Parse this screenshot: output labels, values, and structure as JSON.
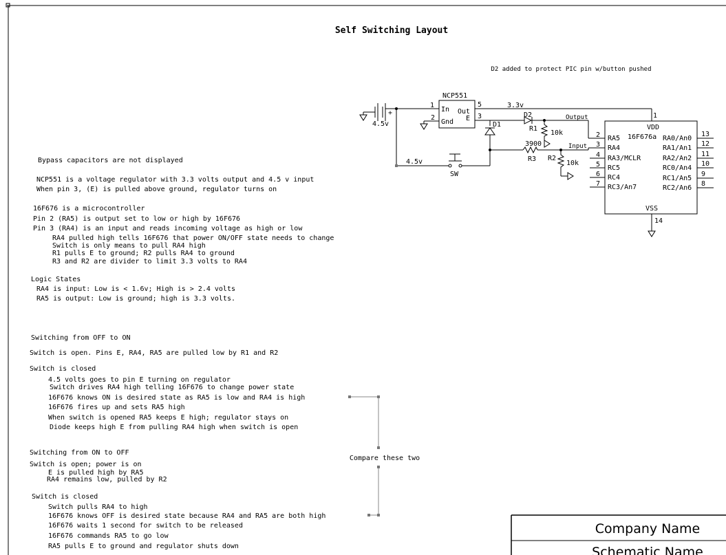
{
  "title": "Self Switching Layout",
  "note_d2": "D2 added to protect PIC pin w/button pushed",
  "regulator": {
    "name": "NCP551",
    "pin_in": "In",
    "pin_gnd": "Gnd",
    "pin_out": "Out",
    "pin_e": "E",
    "pin1": "1",
    "pin2": "2",
    "pin3": "3",
    "pin5": "5"
  },
  "battery": {
    "plus": "+",
    "voltage": "4.5v"
  },
  "net_33": "3.3v",
  "net_45": "4.5v",
  "d1": "D1",
  "d2": "D2",
  "r1": {
    "ref": "R1",
    "value": "10k"
  },
  "r2": {
    "ref": "R2",
    "value": "10k"
  },
  "r3": {
    "ref": "R3",
    "value": "3900"
  },
  "label_output": "Output",
  "label_input": "Input",
  "switch_ref": "SW",
  "mcu": {
    "vdd": "VDD",
    "vss": "VSS",
    "name": "16F676a",
    "left_pins": [
      {
        "num": "2",
        "name": "RA5"
      },
      {
        "num": "3",
        "name": "RA4"
      },
      {
        "num": "4",
        "name": "RA3/MCLR"
      },
      {
        "num": "5",
        "name": "RC5"
      },
      {
        "num": "6",
        "name": "RC4"
      },
      {
        "num": "7",
        "name": "RC3/An7"
      }
    ],
    "right_pins": [
      {
        "num": "13",
        "name": "RA0/An0"
      },
      {
        "num": "12",
        "name": "RA1/An1"
      },
      {
        "num": "11",
        "name": "RA2/An2"
      },
      {
        "num": "10",
        "name": "RC0/An4"
      },
      {
        "num": "9",
        "name": "RC1/An5"
      },
      {
        "num": "8",
        "name": "RC2/An6"
      }
    ],
    "pin1": "1",
    "pin14": "14"
  },
  "notes": [
    "Bypass capacitors are not displayed",
    "NCP551 is a voltage regulator with 3.3 volts output and 4.5 v input",
    "When pin 3, (E) is pulled above ground, regulator turns on",
    "16F676 is a microcontroller",
    "Pin 2 (RA5) is output set to low or high by 16F676",
    "Pin 3 (RA4) is an input and reads incoming voltage as high or low",
    "RA4 pulled high tells 16F676 that power ON/OFF state needs to change",
    "Switch is only means to pull RA4 high",
    "R1 pulls E to ground; R2 pulls RA4 to ground",
    "R3 and R2 are divider to limit 3.3 volts to RA4",
    "Logic States",
    "RA4 is input: Low is < 1.6v; High is > 2.4 volts",
    "RA5 is output:  Low is ground; high is 3.3 volts.",
    "Switching from OFF to ON",
    "Switch is open. Pins E, RA4, RA5 are pulled low by R1 and R2",
    "Switch is closed",
    "4.5 volts goes to pin E turning on regulator",
    "Switch drives RA4 high telling 16F676 to change power state",
    "16F676 knows ON is desired state as RA5 is low and RA4 is high",
    "16F676 fires up and sets RA5 high",
    "When switch is opened RA5 keeps E high; regulator stays on",
    "Diode keeps high E from pulling RA4 high when switch is open",
    "Switching from ON to OFF",
    "Switch is open; power is on",
    "E is pulled high by RA5",
    "RA4 remains low, pulled by R2",
    "Switch is closed",
    "Switch pulls RA4 to high",
    "16F676 knows OFF is desired state because RA4 and RA5 are both high",
    "16F676 waits 1 second for switch to be released",
    "16F676 commands RA5 to go low",
    "RA5 pulls E to ground and regulator shuts down"
  ],
  "compare_label": "Compare these two",
  "title_block": {
    "company": "Company Name",
    "schematic": "Schematic Name"
  }
}
